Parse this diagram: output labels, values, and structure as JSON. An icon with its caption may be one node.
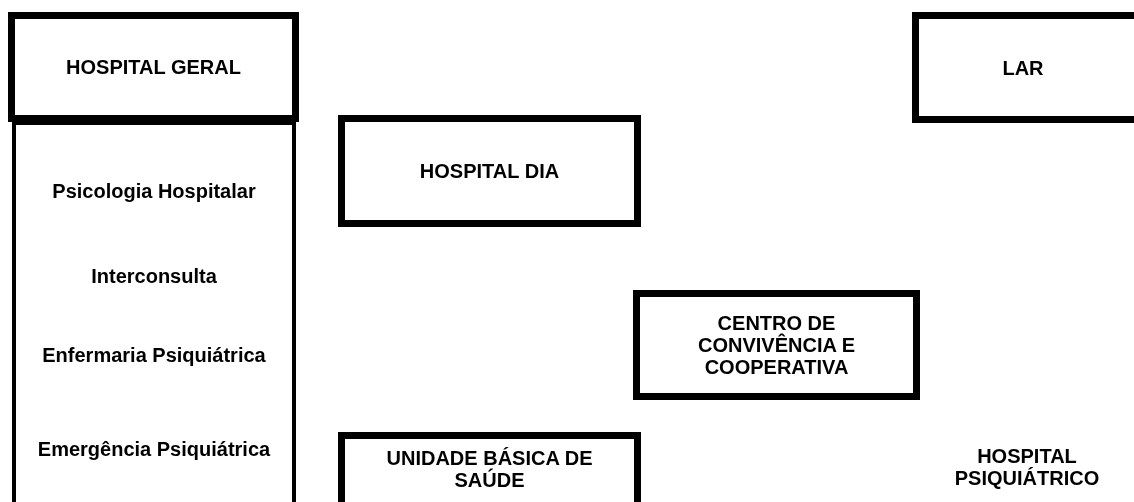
{
  "diagram": {
    "nodes": [
      {
        "text": [
          "HOSPITAL GERAL"
        ]
      },
      {
        "text": [
          "LAR"
        ]
      },
      {
        "text": [
          "Psicologia Hospitalar",
          "Interconsulta",
          "Enfermaria Psiquiátrica",
          "Emergência Psiquiátrica"
        ]
      },
      {
        "text": [
          "HOSPITAL DIA"
        ]
      },
      {
        "text": [
          "CENTRO DE CONVIVÊNCIA E COOPERATIVA"
        ]
      },
      {
        "text": [
          "UNIDADE BÁSICA DE SAÚDE"
        ]
      }
    ],
    "labels": [
      "HOSPITAL PSIQUIÁTRICO"
    ]
  }
}
